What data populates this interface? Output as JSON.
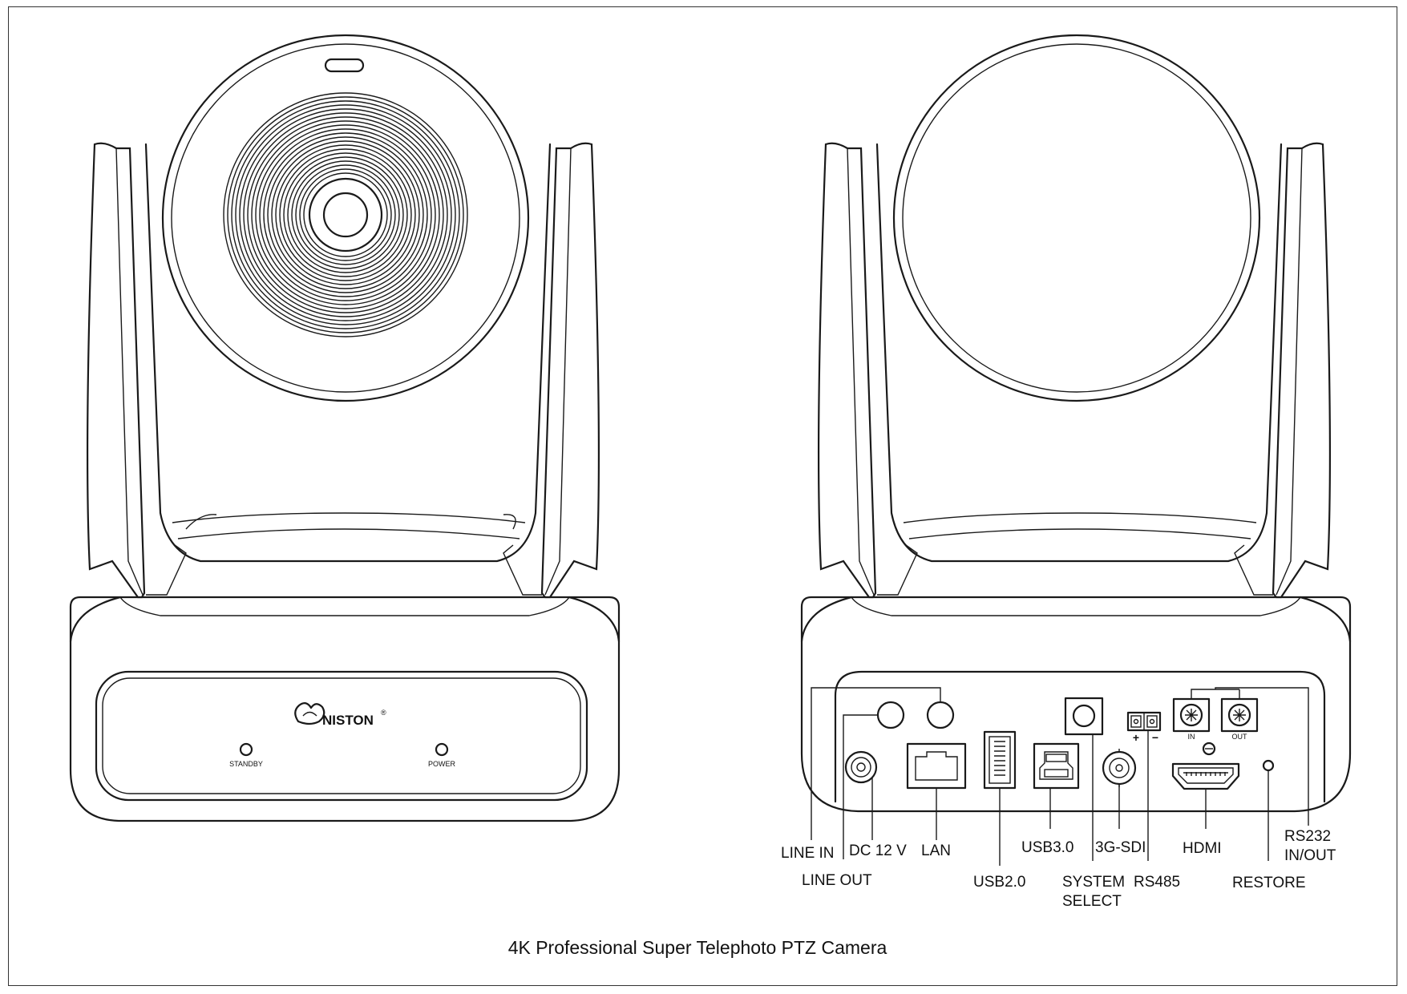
{
  "caption": "4K Professional Super Telephoto PTZ Camera",
  "front": {
    "logo": "NISTON",
    "logo_mark": "®",
    "indicators": {
      "standby": "STANDBY",
      "power": "POWER"
    }
  },
  "rear": {
    "port_marks": {
      "rs232_in": "IN",
      "rs232_out": "OUT",
      "rs485_plus": "+",
      "rs485_minus": "−"
    },
    "callouts": {
      "line_in": "LINE IN",
      "line_out": "LINE OUT",
      "dc12v": "DC 12 V",
      "lan": "LAN",
      "usb20": "USB2.0",
      "usb30": "USB3.0",
      "system_select_1": "SYSTEM",
      "system_select_2": "SELECT",
      "sdi": "3G-SDI",
      "rs485": "RS485",
      "hdmi": "HDMI",
      "restore": "RESTORE",
      "rs232_1": "RS232",
      "rs232_2": "IN/OUT"
    }
  }
}
